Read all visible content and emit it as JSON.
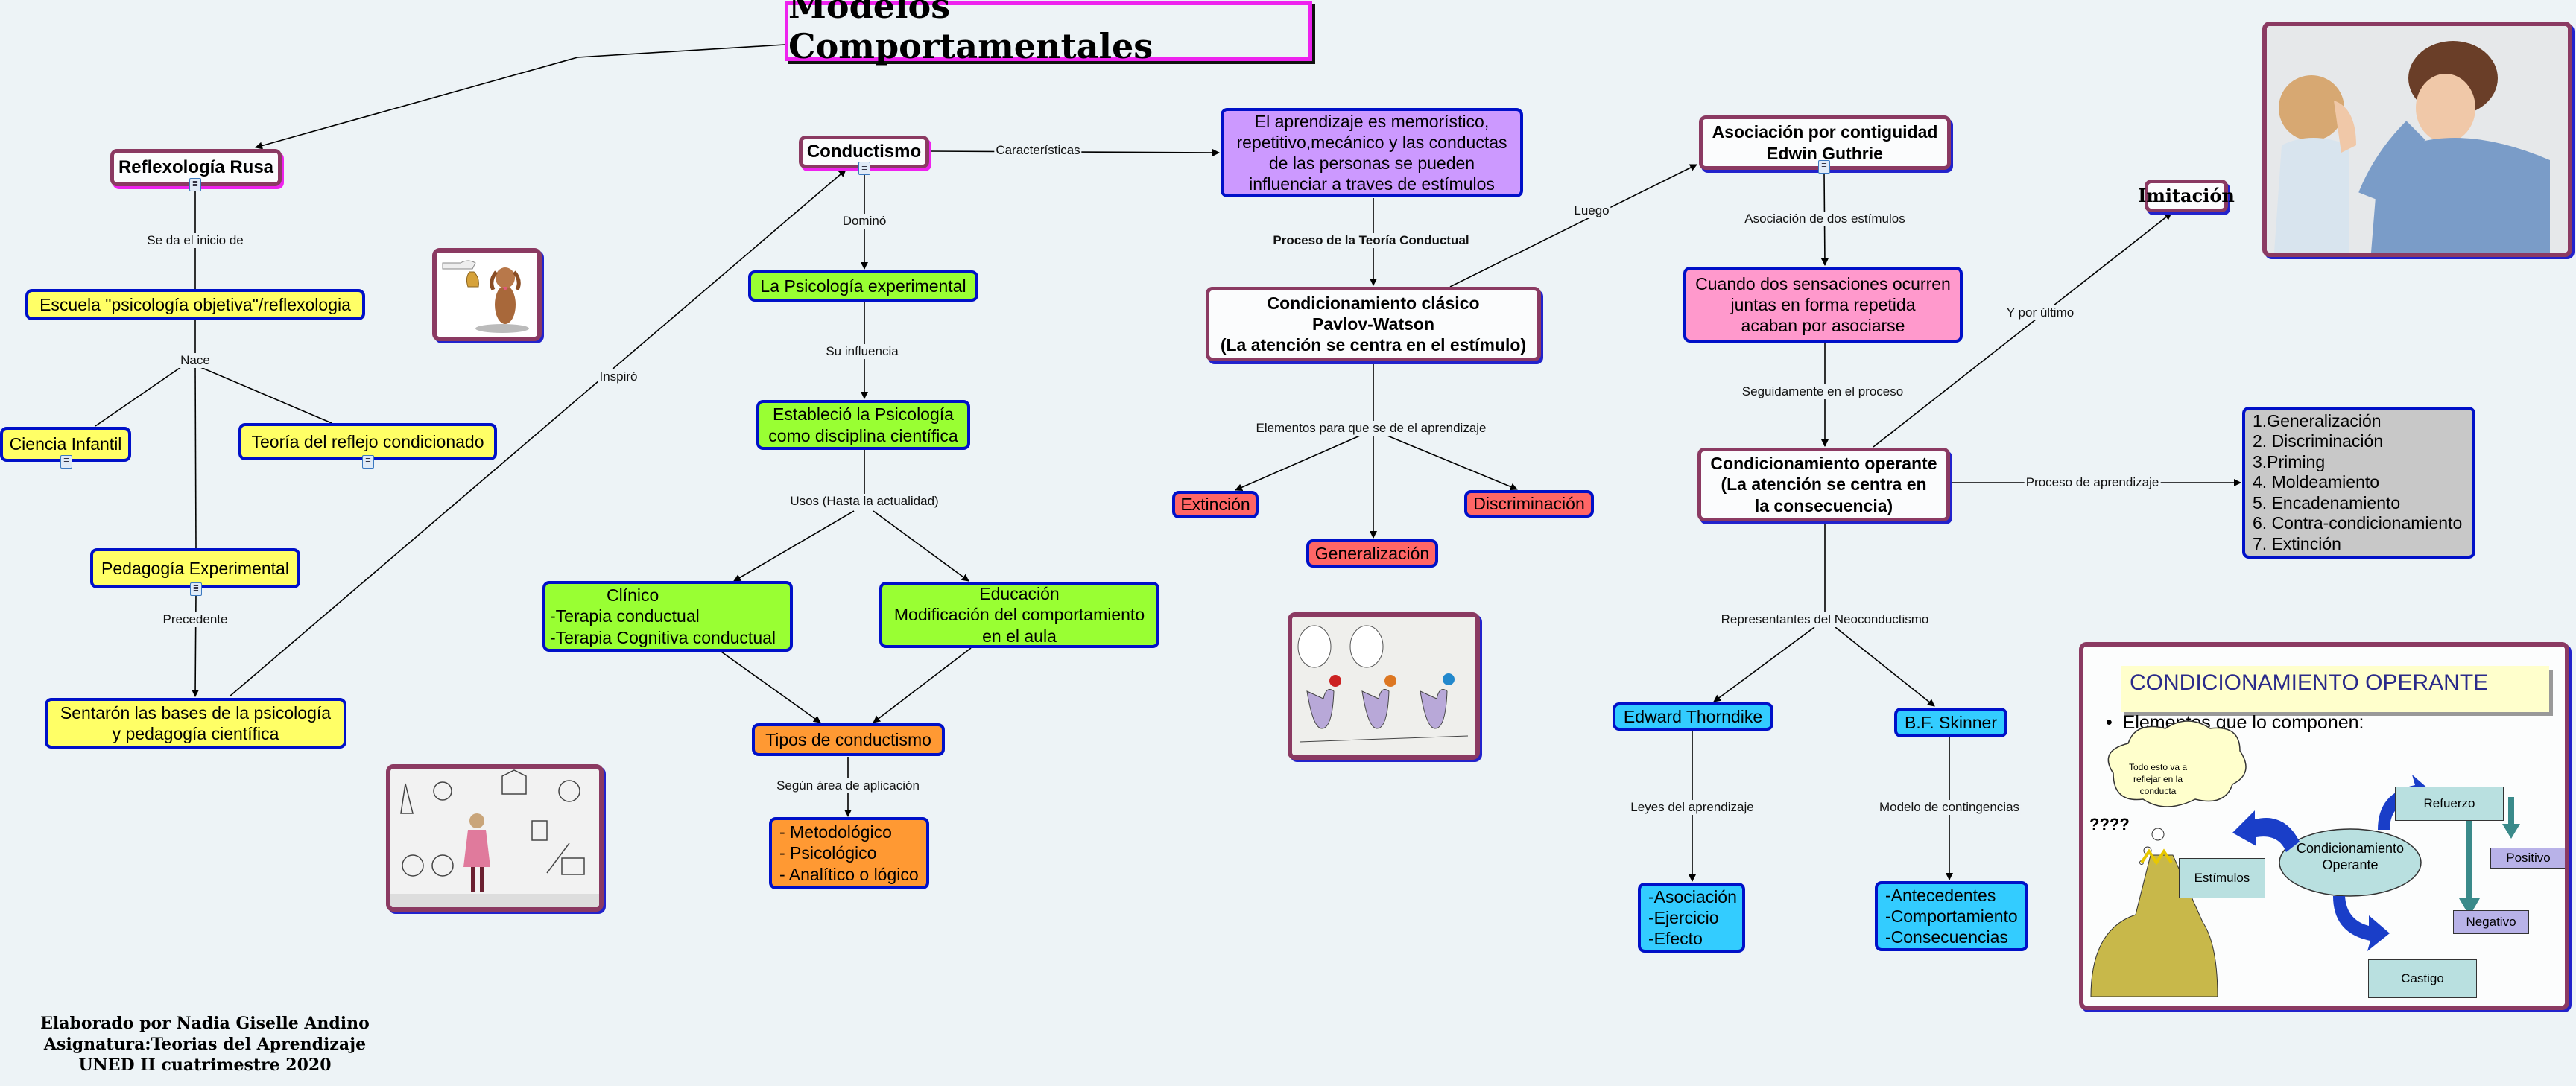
{
  "title": "Modelos Comportamentales",
  "nodes": {
    "reflexologia": "Reflexología Rusa",
    "escuela": "Escuela \"psicología objetiva\"/reflexologia",
    "ciencia_infantil": "Ciencia Infantil",
    "teoria_reflejo": "Teoría del reflejo condicionado",
    "pedagogia": "Pedagogía Experimental",
    "sentaron": [
      "Sentarón las bases de la psicología",
      "y pedagogía científica"
    ],
    "conductismo": "Conductismo",
    "psicologia_experimental": "La Psicología experimental",
    "establecio": [
      "Estableció la Psicología",
      "como disciplina científica"
    ],
    "clinico": [
      "Clínico",
      "-Terapia conductual",
      "-Terapia Cognitiva conductual"
    ],
    "educacion": [
      "Educación",
      "Modificación del comportamiento",
      "en el aula"
    ],
    "tipos": "Tipos de conductismo",
    "tipos_lista": [
      "- Metodológico",
      "- Psicológico",
      "- Analítico o lógico"
    ],
    "aprendizaje": [
      "El aprendizaje es memorístico,",
      "repetitivo,mecánico y las conductas",
      "de las personas se pueden",
      "influenciar a traves de estímulos"
    ],
    "clasico": [
      "Condicionamiento clásico",
      "Pavlov-Watson",
      "(La atención se centra en el estímulo)"
    ],
    "extincion": "Extinción",
    "generalizacion": "Generalización",
    "discriminacion": "Discriminación",
    "contiguidad": [
      "Asociación por contiguidad",
      "Edwin Guthrie"
    ],
    "cuando": [
      "Cuando dos sensaciones ocurren",
      "juntas en forma repetida",
      "acaban por asociarse"
    ],
    "operante": [
      "Condicionamiento operante",
      "(La atención se centra en",
      "la consecuencia)"
    ],
    "imitacion": "Imitación",
    "proceso_lista": [
      "1.Generalización",
      "2. Discriminación",
      "3.Priming",
      "4. Moldeamiento",
      "5. Encadenamiento",
      "6. Contra-condicionamiento",
      "7. Extinción"
    ],
    "thorndike": "Edward Thorndike",
    "skinner": "B.F. Skinner",
    "leyes_lista": [
      "-Asociación",
      "-Ejercicio",
      "-Efecto"
    ],
    "contingencias_lista": [
      "-Antecedentes",
      "-Comportamiento",
      "-Consecuencias"
    ]
  },
  "links": {
    "se_da": "Se da el inicio de",
    "nace": "Nace",
    "precedente": "Precedente",
    "inspiro": "Inspiró",
    "domino": "Dominó",
    "su_influencia": "Su influencia",
    "usos": "Usos (Hasta la actualidad)",
    "segun_area": "Según área de aplicación",
    "caracteristicas": "Características",
    "proceso_teoria": "Proceso de la Teoría Conductual",
    "elementos": "Elementos para que se de el aprendizaje",
    "luego": "Luego",
    "asociacion_dos": "Asociación de dos estímulos",
    "seguidamente": "Seguidamente en el proceso",
    "y_por_ultimo": "Y por último",
    "proceso_aprendizaje": "Proceso de aprendizaje",
    "representantes": "Representantes del Neoconductismo",
    "leyes": "Leyes del aprendizaje",
    "modelo": "Modelo de contingencias"
  },
  "images": {
    "dog": "dog-bell-illustration",
    "girl": "girl-drawing-on-wall",
    "pigeons": "pigeons-conditioning-cartoon",
    "mother_child": "mother-child-covering-eyes",
    "operante_slide": {
      "title": "CONDICIONAMIENTO OPERANTE",
      "subtitle": "Elementos que lo componen:",
      "bullet": "•",
      "thought": [
        "Todo esto va a",
        "reflejar en la",
        "conducta"
      ],
      "question": "????",
      "center": [
        "Condicionamiento",
        "Operante"
      ],
      "estimulos": "Estímulos",
      "refuerzo": "Refuerzo",
      "positivo": "Positivo",
      "negativo": "Negativo",
      "castigo": "Castigo"
    }
  },
  "footer": [
    "Elaborado por Nadia Giselle Andino",
    "Asignatura:Teorias del Aprendizaje",
    "UNED II cuatrimestre 2020"
  ],
  "colors": {
    "background": "#edf3f6",
    "maroon_border": "#8b3a62",
    "blue_border": "#0010c8",
    "yellow": "#ffff66",
    "green": "#99ff33",
    "orange": "#ff9933",
    "red": "#ff6666",
    "lilac": "#cc99ff",
    "pink": "#ff99cc",
    "cyan": "#33ccff",
    "grey": "#c8c8c8"
  }
}
